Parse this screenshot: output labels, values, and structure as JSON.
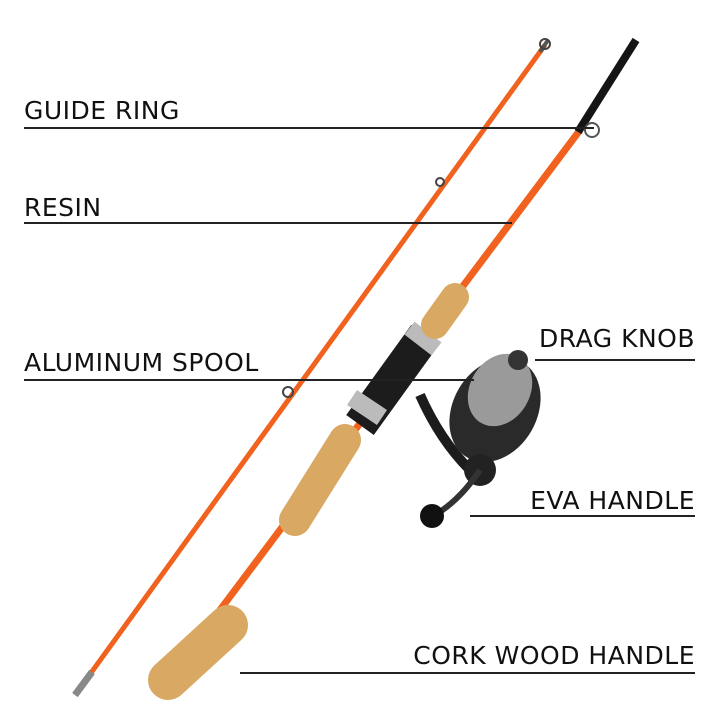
{
  "labels": {
    "guide_ring": "GUIDE RING",
    "resin": "RESIN",
    "aluminum_spool": "ALUMINUM SPOOL",
    "drag_knob": "DRAG KNOB",
    "eva_handle": "EVA HANDLE",
    "cork_wood_handle": "CORK WOOD HANDLE"
  },
  "colors": {
    "rod": "#f0621e",
    "cork": "#d9a862",
    "reel": "#1c1c1c",
    "text": "#111111"
  }
}
